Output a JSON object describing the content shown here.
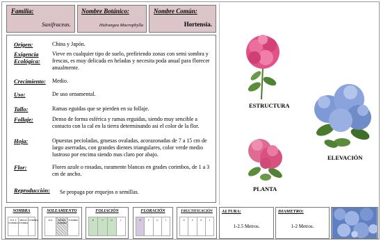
{
  "header": {
    "familia_label": "Familia:",
    "familia_value": "Saxifraceas.",
    "botanico_label": "Nombre Botánico:",
    "botanico_value": "Hidrangea Macrophylla",
    "comun_label": "Nombre Común:",
    "comun_value": "Hortensia."
  },
  "fields": [
    {
      "key": "Origen:",
      "value": "China y Japón."
    },
    {
      "key": "Exigencia Ecológica:",
      "value": "Vieve en cualquier tipo de suelo, prefiriendo zonas con semi sombra y frescas, es muy delicada en heladas y necesita poda anual para florecer anualmente."
    },
    {
      "key": "Crecimiento:",
      "value": "Medio."
    },
    {
      "key": "Uso:",
      "value": "De uso ornamental."
    },
    {
      "key": "Tallo:",
      "value": "Ramas eguidas que se pierden en su follaje."
    },
    {
      "key": "Follaje:",
      "value": "Denso de forma esférica y ramas erguidas, siendo muy sencible a contacto con la cal en la tierra determinando asi el color de la flor."
    },
    {
      "key": "Hoja:",
      "value": "Opuestas pecioladas, gruesas ovaladas, acorazonadas de 7 a 15 cm de largo aserradas, con grandes dientes triangulares, color verde medio lustroso por encima siendo mas claro por abajo."
    },
    {
      "key": "Flor:",
      "value": "Flores azule o rosadas, raramente blancas en grades corimbos, de 1 a 3 cm de ancho."
    },
    {
      "key": "Reproducción:",
      "value": "Se propaga por erquejos o semillas."
    }
  ],
  "images": {
    "estructura_caption": "ESTRUCTURA",
    "elevacion_caption": "ELEVACIÓN",
    "planta_caption": "PLANTA"
  },
  "bottom": {
    "sombra": {
      "label": "SOMBRA",
      "cells": [
        "SOL Y SOMBRA",
        "MEDIA SOMBRA",
        "SOMBRA"
      ]
    },
    "soleamiento": {
      "label": "SOLEAMIENTO",
      "cells": [
        "SOL",
        "MEDIA SOMBRA",
        "SOMBRA"
      ]
    },
    "foliacion": {
      "label": "FOLIACIÓN",
      "cells": [
        "P",
        "V",
        "O",
        "I"
      ]
    },
    "floracion": {
      "label": "FLORACIÓN",
      "cells": [
        "P",
        "V",
        "O",
        "I"
      ]
    },
    "fructificacion": {
      "label": "FRUCTIFICACIÓN",
      "cells": [
        "P",
        "V",
        "O",
        "I"
      ]
    },
    "altura": {
      "label": "ALTURA:",
      "value": "1-2.5 Metros."
    },
    "diametro": {
      "label": "DIAMETRO:",
      "value": "1-2 Metros."
    }
  },
  "colors": {
    "header_bg": "#dcc5c8",
    "foliacion_active": "#c8e0c4",
    "floracion_active": "#d6c8df",
    "pink_flower": "#e0528a",
    "blue_flower": "#7f99d4"
  }
}
